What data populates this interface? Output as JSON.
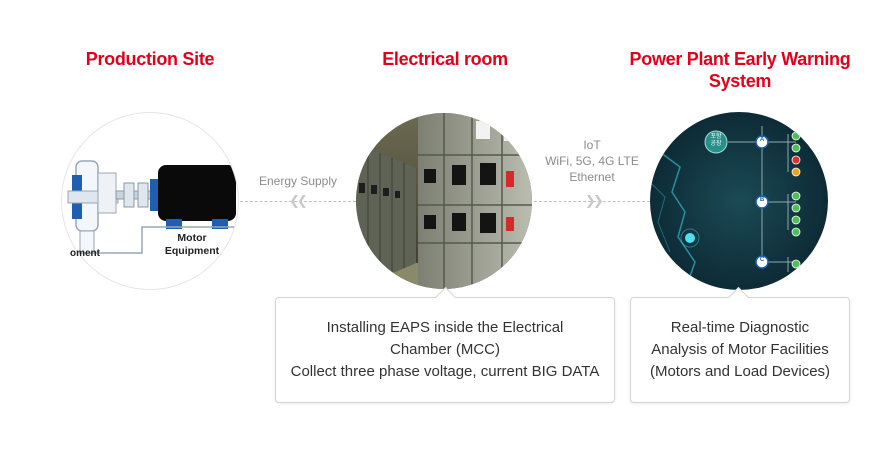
{
  "headings": {
    "production": "Production Site",
    "electrical": "Electrical room",
    "warning_line1": "Power Plant Early Warning",
    "warning_line2": "System"
  },
  "production_site": {
    "partial_label": "oment",
    "motor_label_line1": "Motor",
    "motor_label_line2": "Equipment"
  },
  "links": {
    "energy_supply": "Energy Supply",
    "network": [
      "IoT",
      "WiFi, 5G, 4G LTE",
      "Ethernet"
    ]
  },
  "early_warning": {
    "factory_badge_line1": "포항",
    "factory_badge_line2": "공장",
    "branch_nodes": [
      "A",
      "B",
      "C"
    ]
  },
  "boxes": {
    "electrical": [
      "Installing EAPS inside the Electrical",
      "Chamber (MCC)",
      "Collect three phase voltage, current BIG DATA"
    ],
    "warning": [
      "Real-time Diagnostic",
      "Analysis of Motor Facilities",
      "(Motors and Load Devices)"
    ]
  },
  "colors": {
    "heading": "#e3001b",
    "motor_body": "#0a0a0a",
    "pipe_blue": "#1d5fb0",
    "node_green": "#4fbf5a",
    "map_bg": "#0d2f3a"
  }
}
